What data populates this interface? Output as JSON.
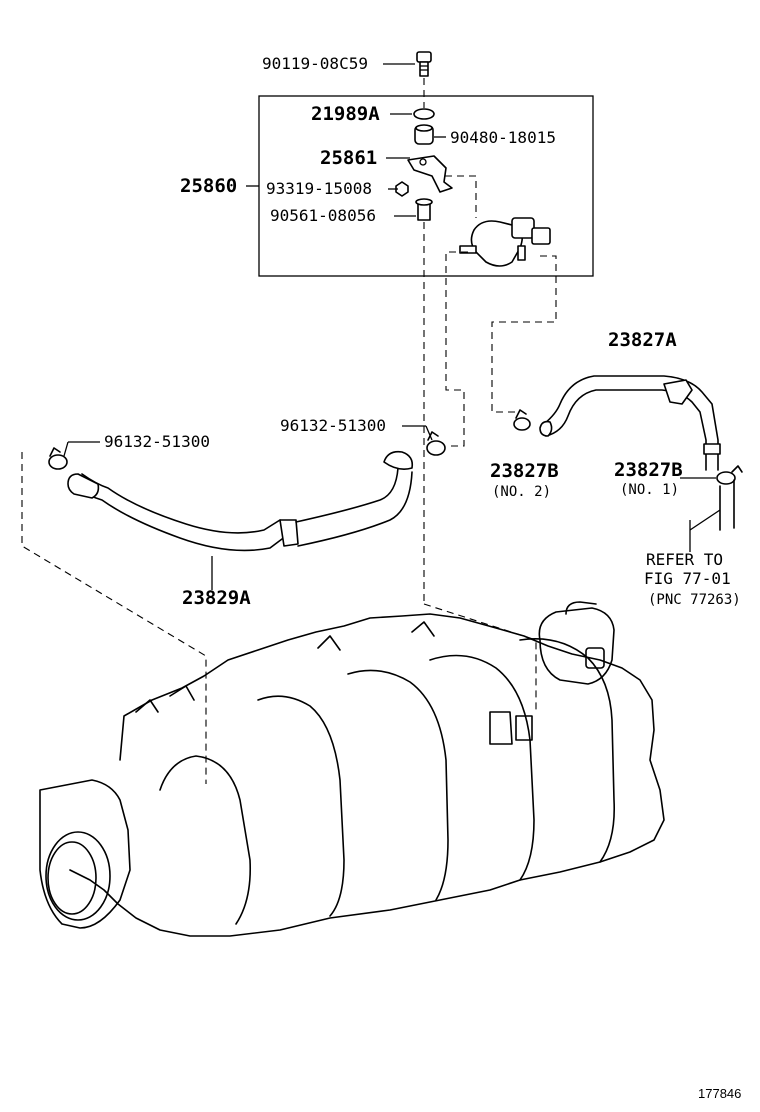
{
  "labels": {
    "bolt": "90119-08C59",
    "washer": "21989A",
    "grommet": "90480-18015",
    "bracket": "25861",
    "assembly": "25860",
    "nut": "93319-15008",
    "collar": "90561-08056",
    "hose_upper": "23827A",
    "clamp_right_upper": "96132-51300",
    "clamp_left": "96132-51300",
    "clamp_no2": "23827B",
    "clamp_no2_note": "(NO. 2)",
    "clamp_no1": "23827B",
    "clamp_no1_note": "(NO. 1)",
    "hose_lower": "23829A",
    "refer_line1": "REFER TO",
    "refer_line2": "FIG 77-01",
    "refer_line3": "(PNC 77263)",
    "figure_number": "177846"
  }
}
